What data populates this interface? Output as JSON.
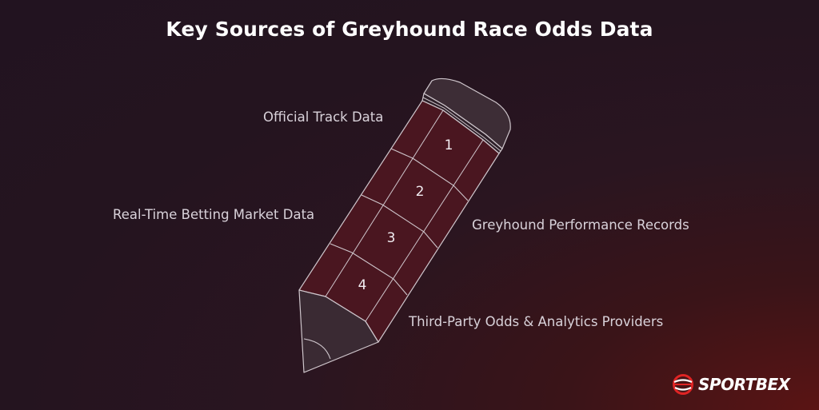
{
  "title": "Key Sources of Greyhound Race Odds Data",
  "segments": [
    {
      "number": "1",
      "label": "Official Track Data"
    },
    {
      "number": "2",
      "label": "Real-Time Betting Market Data"
    },
    {
      "number": "3",
      "label": "Greyhound Performance Records"
    },
    {
      "number": "4",
      "label": "Third-Party Odds & Analytics Providers"
    }
  ],
  "brand": {
    "name": "SPORTBEX"
  },
  "colors": {
    "segment_fill": "#4a1620",
    "outline": "#cfc6cc",
    "tip_fill": "#3a2a33",
    "accent": "#e02424"
  }
}
